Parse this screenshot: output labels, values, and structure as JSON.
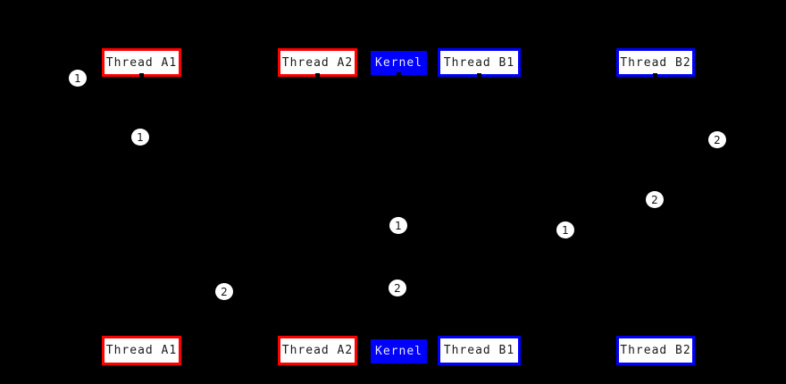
{
  "diagram": {
    "description": "Thread scheduling sequence chart on black background; connecting lifelines and arrows are drawn in black and thus invisible against the background",
    "background_color": "#000000",
    "colors": {
      "thread_a_border": "#ff0000",
      "thread_b_border": "#0000ff",
      "kernel_fill": "#0000ff",
      "kernel_text": "#ffffff",
      "box_fill": "#ffffff",
      "box_text": "#000000",
      "marker_fill": "#ffffff",
      "marker_text": "#000000"
    },
    "actors": [
      {
        "label": "Thread A1",
        "style": "red-outline"
      },
      {
        "label": "Thread A2",
        "style": "red-outline"
      },
      {
        "label": "Kernel",
        "style": "blue-filled"
      },
      {
        "label": "Thread B1",
        "style": "blue-outline"
      },
      {
        "label": "Thread B2",
        "style": "blue-outline"
      }
    ],
    "markers": [
      {
        "label": "1"
      },
      {
        "label": "1"
      },
      {
        "label": "2"
      },
      {
        "label": "2"
      },
      {
        "label": "1"
      },
      {
        "label": "1"
      },
      {
        "label": "2"
      },
      {
        "label": "2"
      }
    ]
  }
}
